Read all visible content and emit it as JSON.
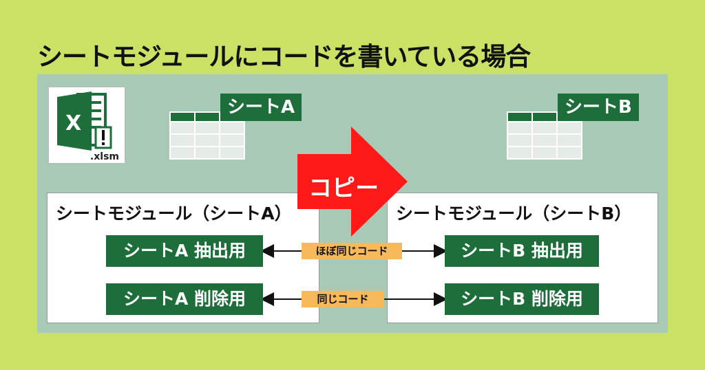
{
  "title": "シートモジュールにコードを書いている場合",
  "file": {
    "extension": ".xlsm",
    "icon": "excel-file-icon"
  },
  "sheets": {
    "a": {
      "name": "シートA"
    },
    "b": {
      "name": "シートB"
    }
  },
  "copy_label": "コピー",
  "modules": {
    "a": {
      "title": "シートモジュール（シートA）",
      "buttons": [
        "シートA 抽出用",
        "シートA 削除用"
      ]
    },
    "b": {
      "title": "シートモジュール（シートB）",
      "buttons": [
        "シートB 抽出用",
        "シートB 削除用"
      ]
    }
  },
  "relations": [
    "ほぼ同じコード",
    "同じコード"
  ],
  "colors": {
    "background": "#c9e265",
    "panel": "#a8c9b6",
    "excel_green": "#1e6e3c",
    "copy_arrow": "#ff1a1a",
    "relation_label": "#f7b959"
  }
}
